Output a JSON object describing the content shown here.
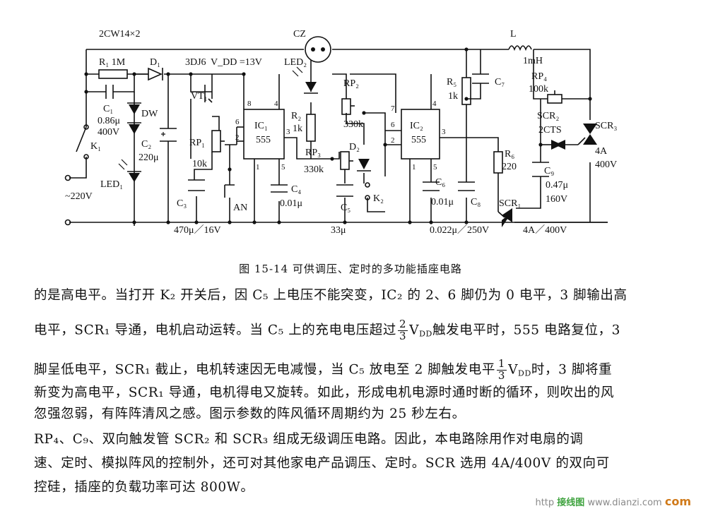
{
  "figure": {
    "title": "图 15-14   可供调压、定时的多功能插座电路",
    "labels": {
      "top_diode": "2CW14×2",
      "socket": "CZ",
      "inductor": "L",
      "inductor_value": "1mH",
      "r1": "R₁  1M",
      "d1": "D₁",
      "transistor_type": "3DJ6",
      "vdd": "V_DD =13V",
      "led2": "LED₂",
      "c1": "C₁",
      "c1_value": "0.86μ",
      "c1_voltage": "400V",
      "dw": "DW",
      "k1": "K₁",
      "led1": "LED₁",
      "ac": "~220V",
      "c2": "C₂",
      "c2_value": "220μ",
      "vt1": "VT₁",
      "rp1": "RP₁",
      "rp1_value": "10k",
      "c3": "C₃",
      "an": "AN",
      "c3_spec": "470μ／16V",
      "ic1": "IC₁",
      "ic1_type": "555",
      "c4": "C₄",
      "c4_value": "0.01μ",
      "r2": "R₂",
      "r2_value": "1k",
      "rp2": "RP₂",
      "rp2_value": "330k",
      "rp3": "RP₃",
      "rp3_value": "330k",
      "d2": "D₂",
      "c5": "C₅",
      "c5_value": "33μ",
      "k2": "K₂",
      "ic2": "IC₂",
      "ic2_type": "555",
      "c6": "C₆",
      "c6_value": "0.01μ",
      "r5": "R₅",
      "r5_value": "1k",
      "c7": "C₇",
      "c8": "C₈",
      "c8_spec": "0.022μ／250V",
      "r6": "R₆",
      "r6_value": "220",
      "scr1": "SCR₁",
      "scr1_spec": "4A／400V",
      "rp4": "RP₄",
      "rp4_value": "100k",
      "scr2": "SCR₂",
      "scr2_type": "2CTS",
      "c9": "C₉",
      "c9_value": "0.47μ",
      "c9_voltage": "160V",
      "scr3": "SCR₃",
      "scr3_current": "4A",
      "scr3_voltage": "400V",
      "pin8a": "8",
      "pin4a": "4",
      "pin6a": "6",
      "pin2a": "2",
      "pin3a": "3",
      "pin1a": "1",
      "pin5a": "5",
      "pin7b": "7",
      "pin4b": "4",
      "pin6b": "6",
      "pin2b": "2",
      "pin3b": "3",
      "pin1b": "1",
      "pin5b": "5"
    }
  },
  "text": {
    "p1": "的是高电平。当打开 K₂ 开关后，因 C₅ 上电压不能突变，IC₂ 的 2、6 脚仍为 0 电平，3 脚输出高",
    "p2a": "电平，SCR₁ 导通，电机启动运转。当 C₅ 上的充电电压超过",
    "p2_num": "2",
    "p2_den": "3",
    "p2b": "V",
    "p2_sub": "DD",
    "p2c": "触发电平时，555 电路复位，3",
    "p3a": "脚呈低电平，SCR₁ 截止，电机转速因无电减慢，当 C₅ 放电至 2 脚触发电平",
    "p3_num": "1",
    "p3_den": "3",
    "p3b": "V",
    "p3_sub": "DD",
    "p3c": "时，3 脚将重",
    "p4": "新变为高电平，SCR₁ 导通，电机得电又旋转。如此，形成电机电源时通时断的循环，则吹出的风",
    "p5": "忽强忽弱，有阵阵清风之感。图示参数的阵风循环周期约为 25 秒左右。",
    "p6": "RP₄、C₉、双向触发管 SCR₂ 和 SCR₃ 组成无级调压电路。因此，本电路除用作对电扇的调",
    "p7": "速、定时、模拟阵风的控制外，还可对其他家电产品调压、定时。SCR 选用 4A/400V 的双向可",
    "p8": "控硅，插座的负载功率可达 800W。"
  },
  "watermark": {
    "prefix": "http",
    "brand": "接线图",
    "site": "www.dianzi.com",
    "suffix": "com"
  }
}
